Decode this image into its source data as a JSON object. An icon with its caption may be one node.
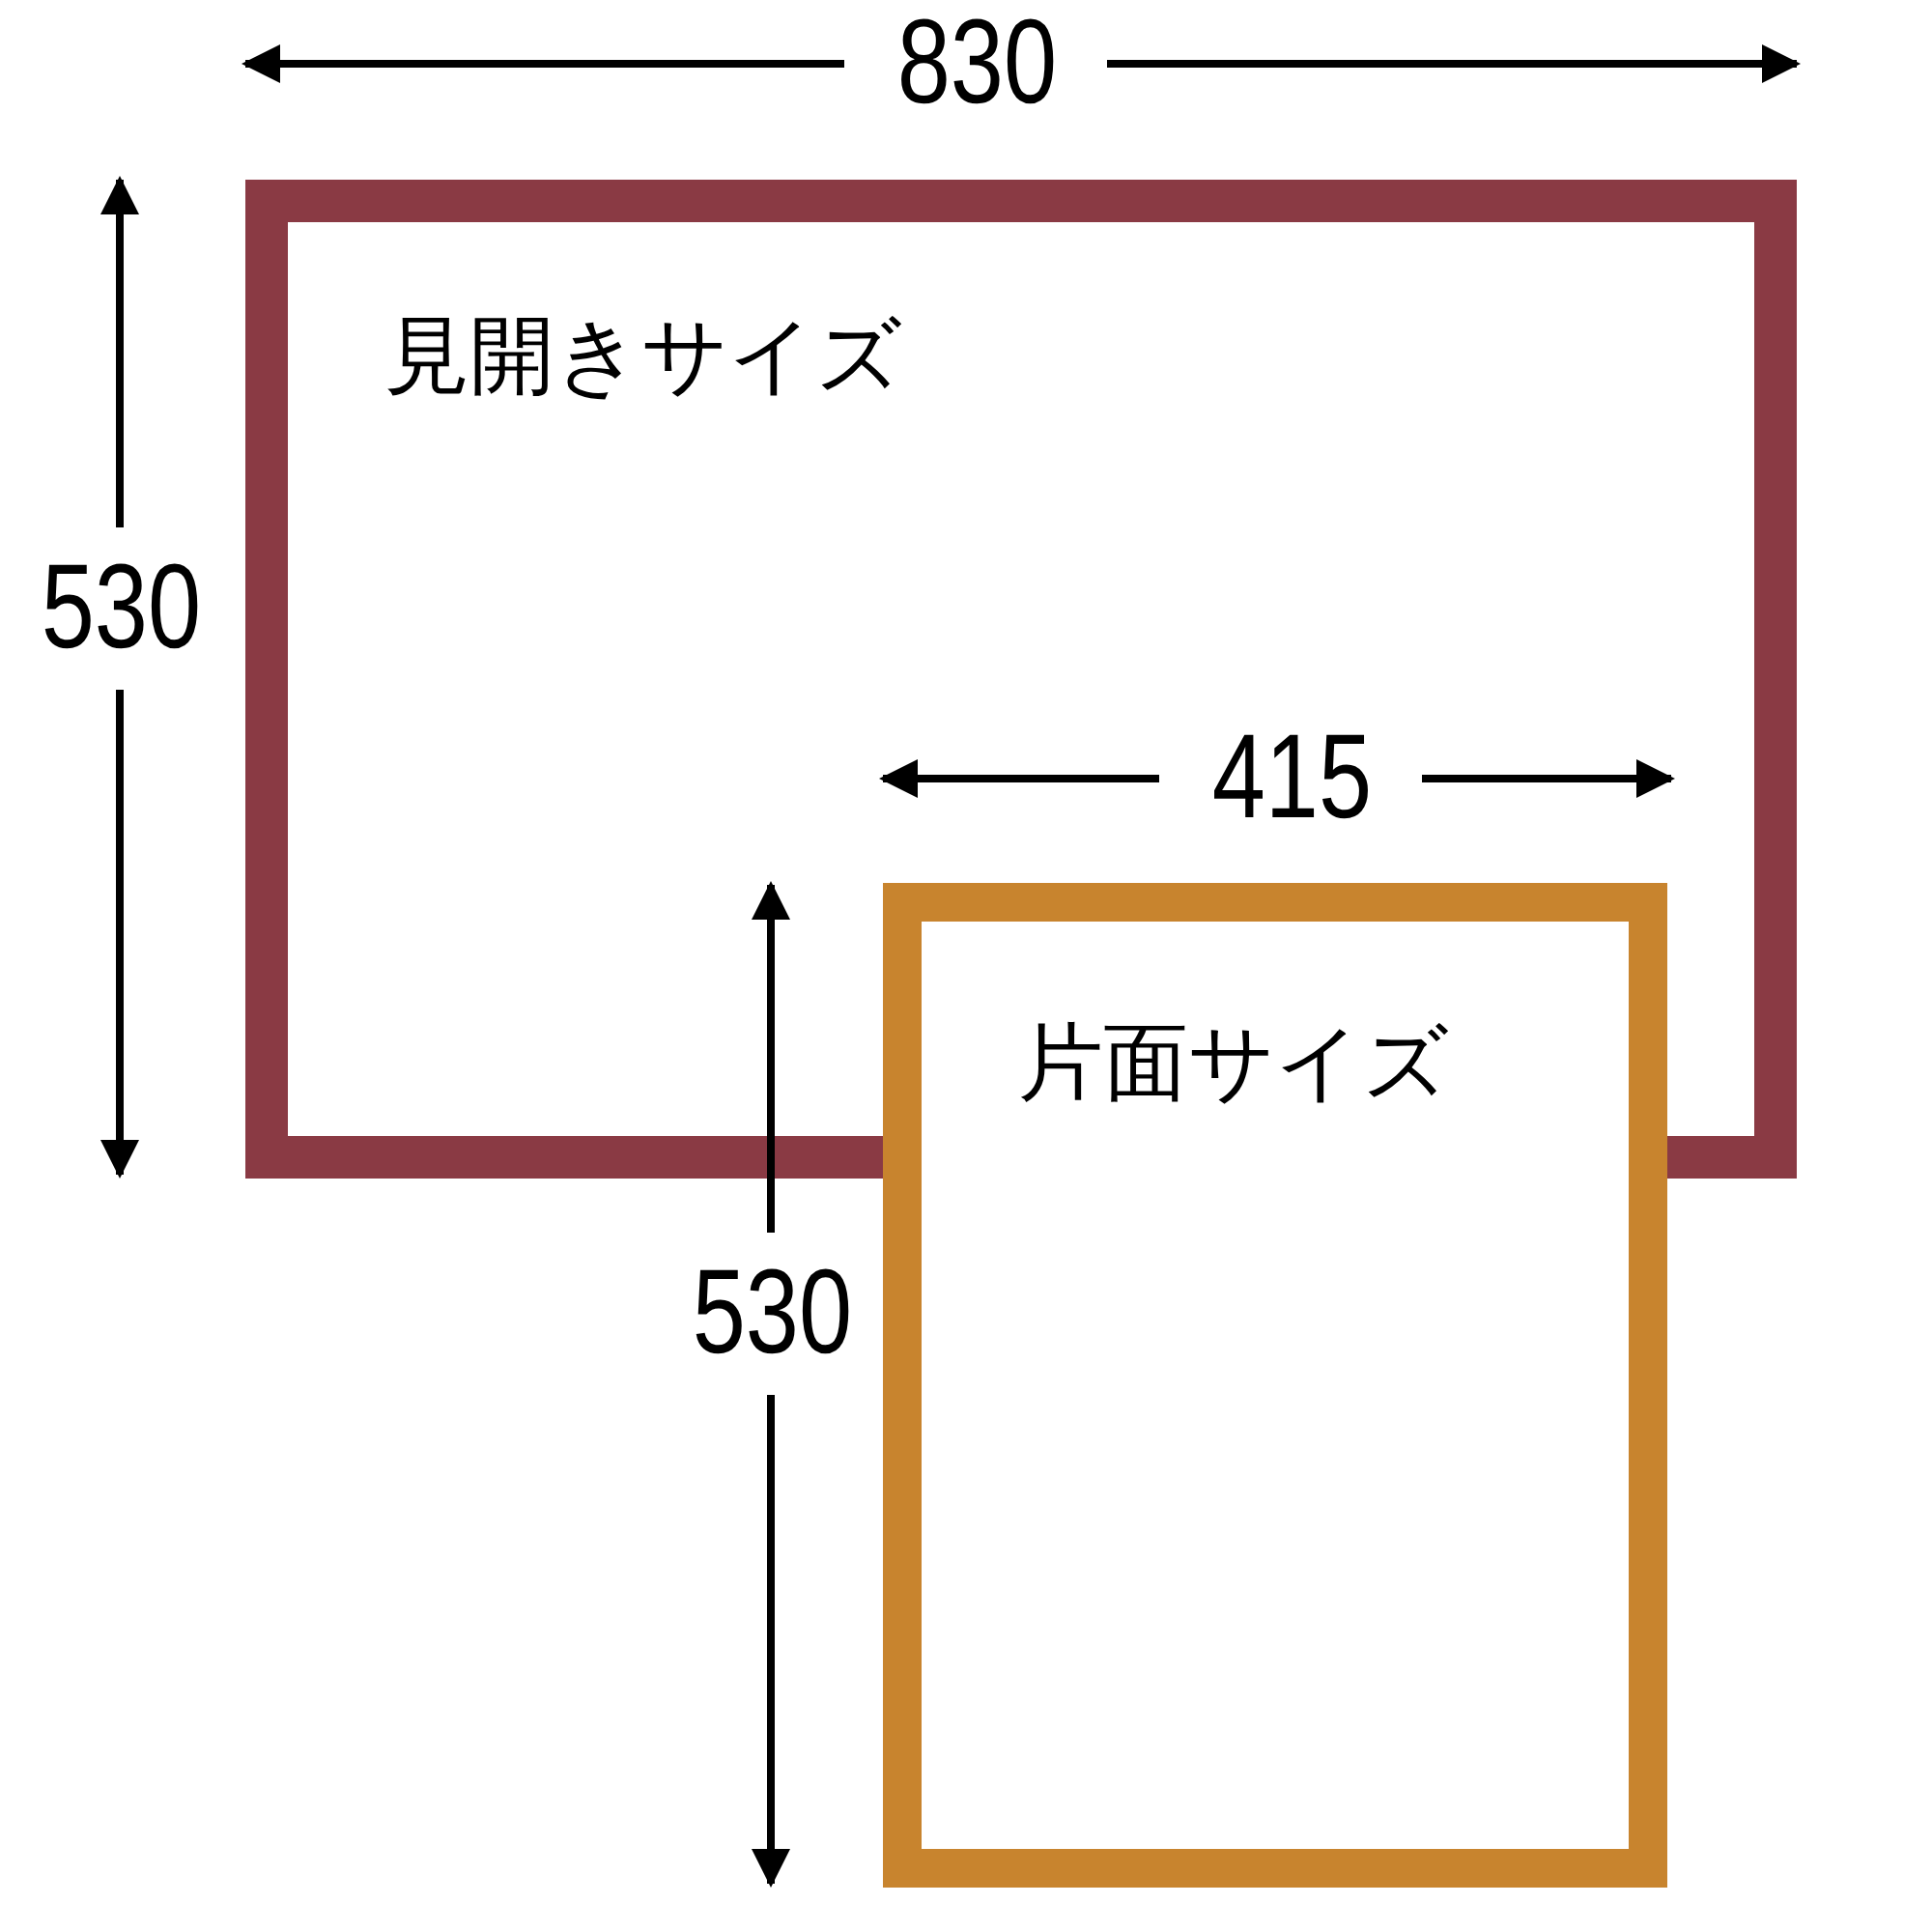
{
  "diagram": {
    "nodes": [
      {
        "text": [
          "見開きサイズ"
        ]
      },
      {
        "text": [
          "片面サイズ"
        ]
      }
    ],
    "labels": [
      "830",
      "530",
      "415",
      "530"
    ]
  }
}
